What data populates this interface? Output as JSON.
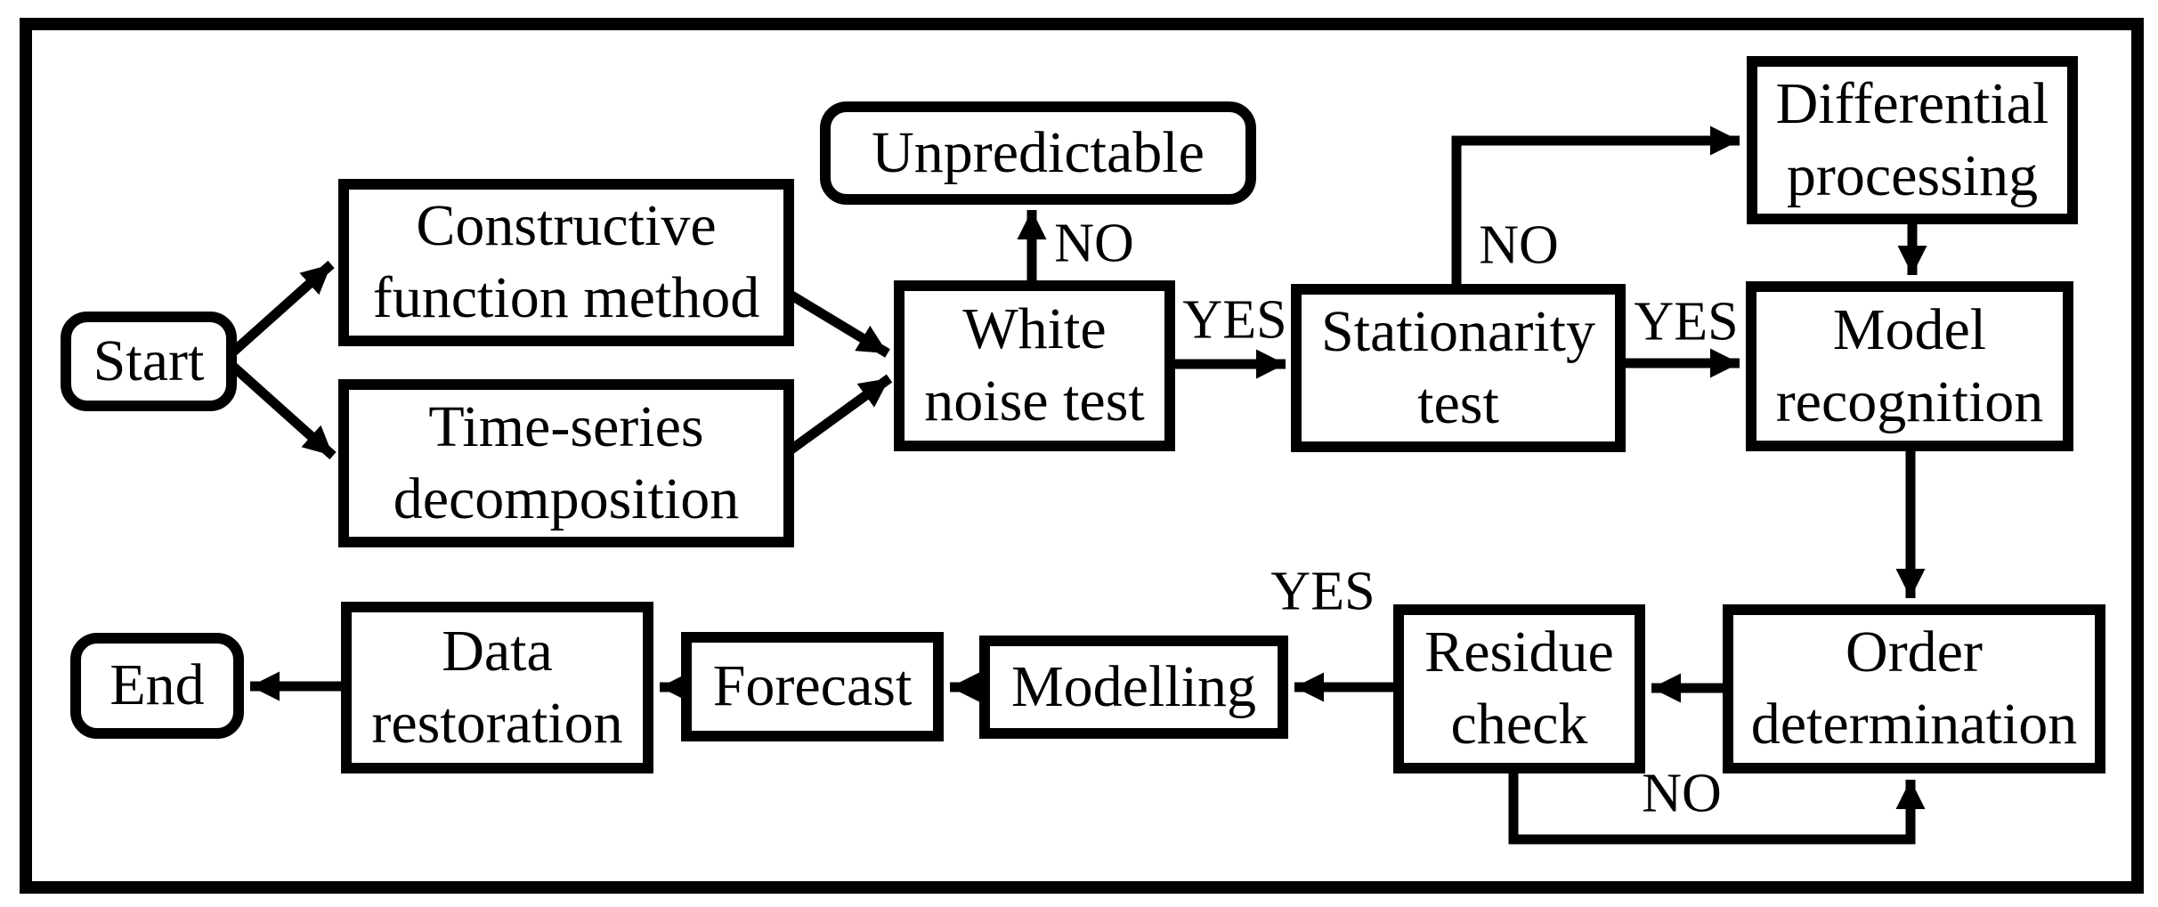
{
  "figure": {
    "type": "flowchart",
    "description": "Time-series forecasting process flowchart",
    "colors": {
      "stroke": "#000000",
      "background": "#ffffff"
    }
  },
  "nodes": {
    "start": {
      "label": "Start",
      "shape": "rounded"
    },
    "constructive_function_method": {
      "label": "Constructive\nfunction method",
      "shape": "rect"
    },
    "time_series_decomposition": {
      "label": "Time-series\ndecomposition",
      "shape": "rect"
    },
    "unpredictable": {
      "label": "Unpredictable",
      "shape": "rounded"
    },
    "white_noise_test": {
      "label": "White\nnoise test",
      "shape": "rect"
    },
    "stationarity_test": {
      "label": "Stationarity\ntest",
      "shape": "rect"
    },
    "differential_processing": {
      "label": "Differential\nprocessing",
      "shape": "rect"
    },
    "model_recognition": {
      "label": "Model\nrecognition",
      "shape": "rect"
    },
    "order_determination": {
      "label": "Order\ndetermination",
      "shape": "rect"
    },
    "residue_check": {
      "label": "Residue\ncheck",
      "shape": "rect"
    },
    "modelling": {
      "label": "Modelling",
      "shape": "rect"
    },
    "forecast": {
      "label": "Forecast",
      "shape": "rect"
    },
    "data_restoration": {
      "label": "Data\nrestoration",
      "shape": "rect"
    },
    "end": {
      "label": "End",
      "shape": "rounded"
    }
  },
  "edge_labels": {
    "white_noise_no": "NO",
    "white_noise_yes": "YES",
    "stationarity_no": "NO",
    "stationarity_yes": "YES",
    "residue_yes": "YES",
    "residue_no": "NO"
  },
  "edges": [
    {
      "from": "start",
      "to": "constructive_function_method"
    },
    {
      "from": "start",
      "to": "time_series_decomposition"
    },
    {
      "from": "constructive_function_method",
      "to": "white_noise_test"
    },
    {
      "from": "time_series_decomposition",
      "to": "white_noise_test"
    },
    {
      "from": "white_noise_test",
      "to": "unpredictable",
      "label": "NO"
    },
    {
      "from": "white_noise_test",
      "to": "stationarity_test",
      "label": "YES"
    },
    {
      "from": "stationarity_test",
      "to": "differential_processing",
      "label": "NO"
    },
    {
      "from": "stationarity_test",
      "to": "model_recognition",
      "label": "YES"
    },
    {
      "from": "differential_processing",
      "to": "model_recognition"
    },
    {
      "from": "model_recognition",
      "to": "order_determination"
    },
    {
      "from": "order_determination",
      "to": "residue_check"
    },
    {
      "from": "residue_check",
      "to": "modelling",
      "label": "YES"
    },
    {
      "from": "residue_check",
      "to": "order_determination",
      "label": "NO"
    },
    {
      "from": "modelling",
      "to": "forecast"
    },
    {
      "from": "forecast",
      "to": "data_restoration"
    },
    {
      "from": "data_restoration",
      "to": "end"
    }
  ]
}
